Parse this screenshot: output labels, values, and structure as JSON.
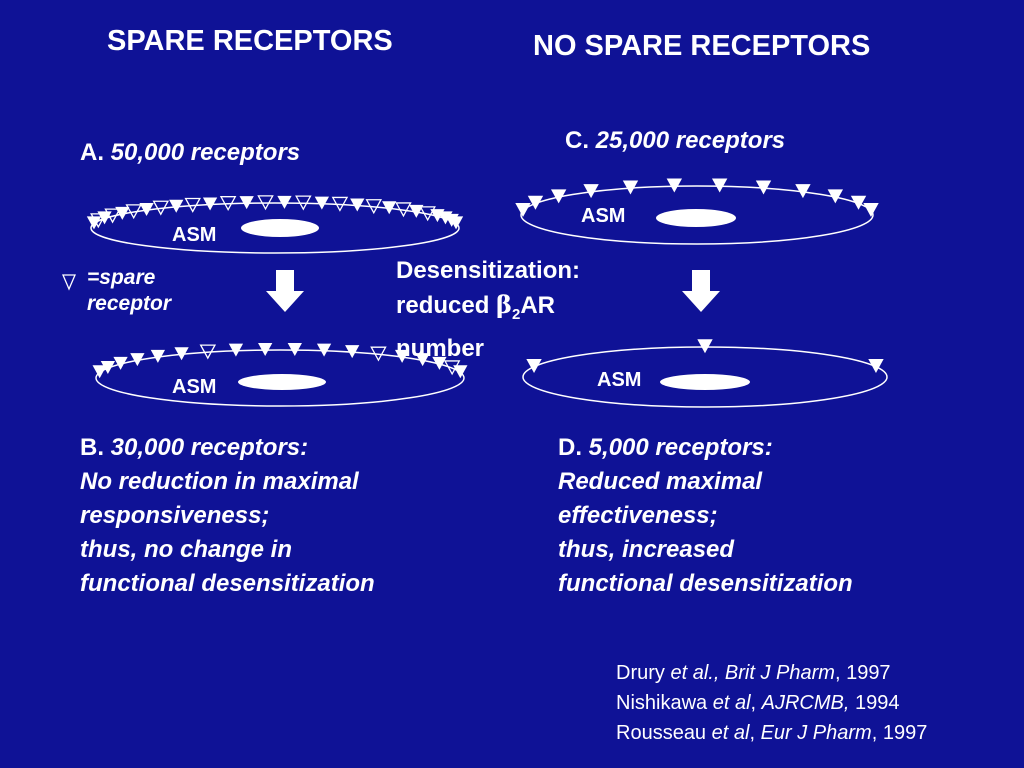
{
  "colors": {
    "background": "#0f1296",
    "foreground": "#ffffff"
  },
  "headings": {
    "left": "SPARE RECEPTORS",
    "right": "NO SPARE RECEPTORS"
  },
  "panels": {
    "a": {
      "letter": "A.",
      "text": "50,000 receptors"
    },
    "c": {
      "letter": "C.",
      "text": "25,000 receptors"
    },
    "b": {
      "letter": "B.",
      "line1": "30,000 receptors:",
      "line2": "No reduction in maximal",
      "line3": "responsiveness;",
      "line4": "thus, no change in",
      "line5": "functional desensitization"
    },
    "d": {
      "letter": "D.",
      "line1": "5,000 receptors:",
      "line2": "Reduced maximal",
      "line3": "effectiveness;",
      "line4": "thus, increased",
      "line5": "functional desensitization"
    }
  },
  "cell_label": "ASM",
  "legend": {
    "symbol": "open-triangle-icon",
    "line1": "=spare",
    "line2": "receptor"
  },
  "desensitization": {
    "line1": "Desensitization:",
    "line2_prefix": "reduced ",
    "beta": "β",
    "sub": "2",
    "line2_suffix": "AR",
    "line3": "number"
  },
  "references": [
    {
      "author": "Drury ",
      "etal": "et al., Brit J Pharm",
      "rest": ", 1997"
    },
    {
      "author": "Nishikawa ",
      "etal": "et al",
      "journal": "AJRCMB,",
      "rest": " 1994"
    },
    {
      "author": "Rousseau ",
      "etal": "et al",
      "journal": "Eur J Pharm",
      "rest": ", 1997"
    }
  ],
  "receptor_counts": {
    "a_filled": 16,
    "a_spare": 12,
    "b_filled": 15,
    "b_spare": 3,
    "c_filled": 12,
    "d_filled": 3
  }
}
